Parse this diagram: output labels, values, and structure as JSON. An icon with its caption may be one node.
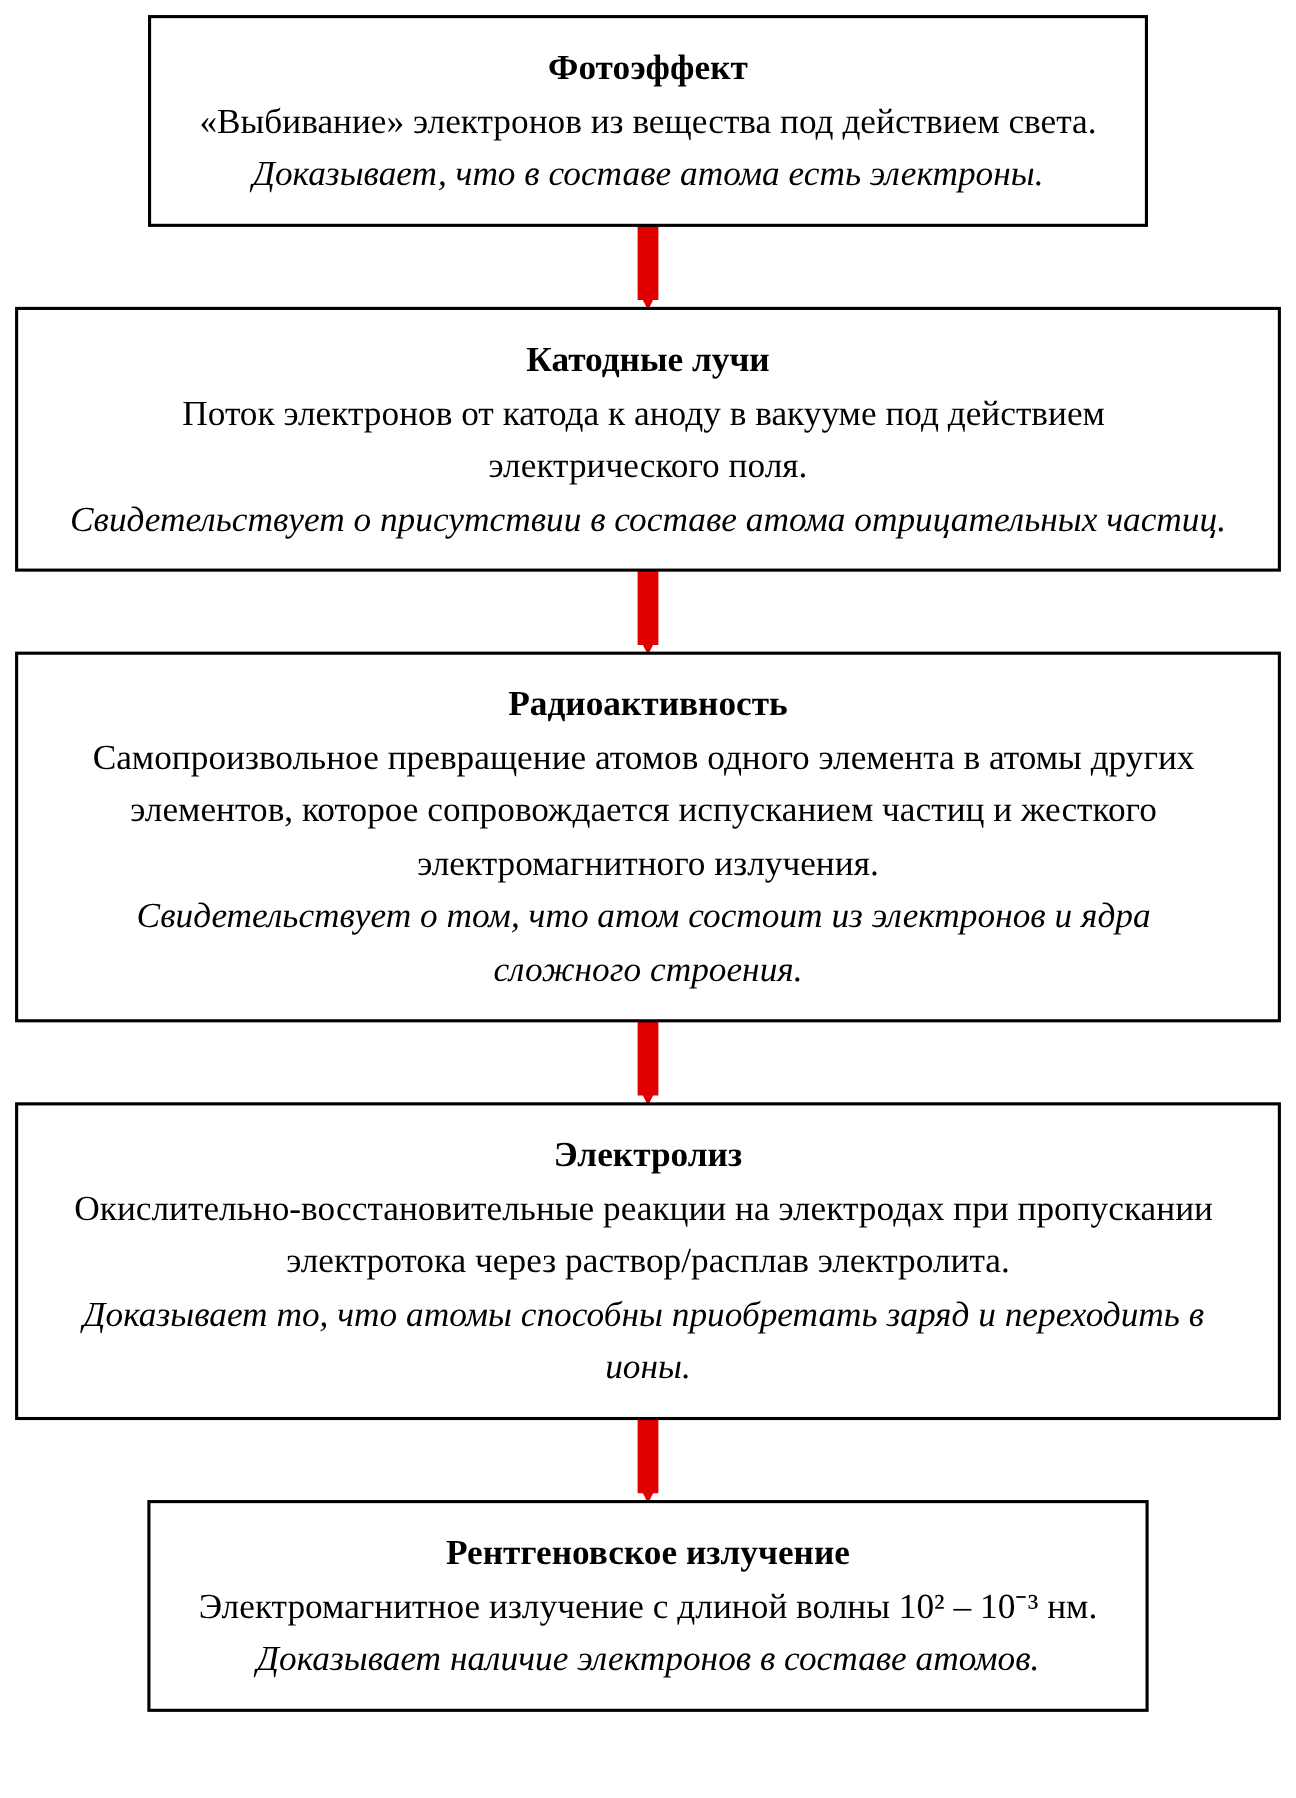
{
  "diagram": {
    "nodes": [
      {
        "text": [
          "Фотоэффект",
          "«Выбивание» электронов из вещества под действием света.",
          "Доказывает, что в составе атома есть электроны."
        ]
      },
      {
        "text": [
          "Катодные лучи",
          "Поток электронов от катода к аноду в вакууме под действием электрического поля.",
          "Свидетельствует о присутствии в составе атома отрицательных частиц."
        ]
      },
      {
        "text": [
          "Радиоактивность",
          "Самопроизвольное превращение атомов одного элемента в атомы других элементов, которое сопровождается испусканием частиц и жесткого электромагнитного излучения.",
          "Свидетельствует о том, что атом состоит из электронов и ядра сложного строения."
        ]
      },
      {
        "text": [
          "Электролиз",
          "Окислительно-восстановительные реакции на электродах при пропускании электротока через раствор/расплав электролита.",
          "Доказывает то, что атомы способны приобретать заряд и переходить в ионы."
        ]
      },
      {
        "text": [
          "Рентгеновское излучение",
          "Электромагнитное излучение с длиной волны 10² – 10⁻³ нм.",
          "Доказывает наличие электронов в составе атомов."
        ]
      }
    ],
    "edges": [
      {
        "from": 0,
        "to": 1,
        "arrow": "to"
      },
      {
        "from": 1,
        "to": 2,
        "arrow": "to"
      },
      {
        "from": 2,
        "to": 3,
        "arrow": "to"
      },
      {
        "from": 3,
        "to": 4,
        "arrow": "to"
      }
    ]
  }
}
